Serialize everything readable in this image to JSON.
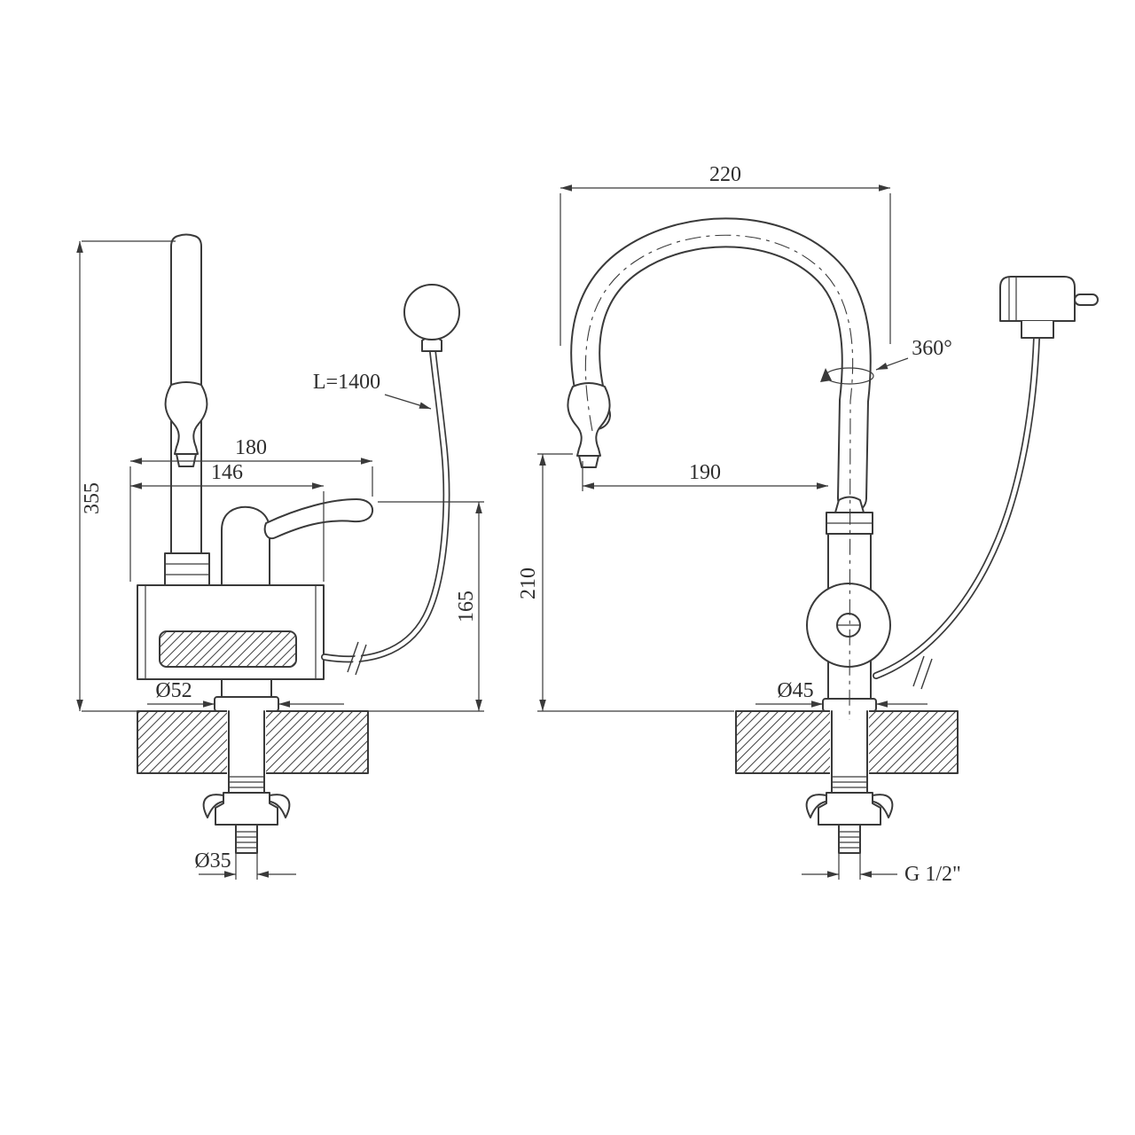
{
  "page": {
    "background": "#ffffff",
    "line_color": "#3a3a3a"
  },
  "views": {
    "front": {
      "dims": {
        "overall_height": "355",
        "overall_width": "180",
        "body_width": "146",
        "spout_height": "165",
        "flange_diameter": "Ø52",
        "shank_diameter": "Ø35",
        "power_cord_length": "L=1400"
      }
    },
    "side": {
      "dims": {
        "spout_span": "220",
        "spout_reach": "190",
        "outlet_height": "210",
        "swivel_angle": "360°",
        "base_diameter": "Ø45",
        "connection_thread": "G 1/2\""
      }
    }
  }
}
